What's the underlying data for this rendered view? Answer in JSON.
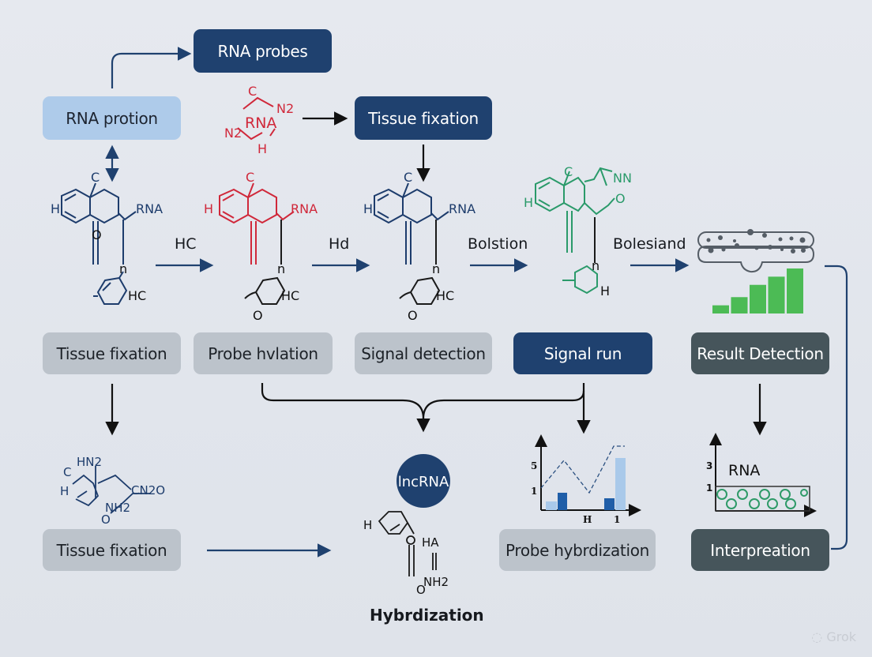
{
  "boxes": {
    "rna_probes": "RNA probes",
    "rna_protion": "RNA protion",
    "tissue_fixation_top": "Tissue fixation",
    "tissue_fixation_row2": "Tissue fixation",
    "probe_hvlation": "Probe hvlation",
    "signal_detection": "Signal detection",
    "signal_run": "Signal run",
    "result_detection": "Result Detection",
    "tissue_fixation_row3": "Tissue fixation",
    "probe_hybrdization": "Probe hybrdization",
    "interpreation": "Interpreation"
  },
  "arrow_labels": [
    "HC",
    "Hd",
    "Bolstion",
    "Bolesiand"
  ],
  "lncrna_node": "lncRNA",
  "hybrdization_caption": "Hybrdization",
  "molecules": {
    "main": {
      "c": "C",
      "h": "H",
      "rna": "RNA",
      "n": "n",
      "o": "O",
      "hc": "HC"
    },
    "green": {
      "c": "C",
      "h": "H",
      "nn": "NN",
      "o": "O",
      "n": "n"
    },
    "red_top": {
      "c": "C",
      "n2a": "N2",
      "rna": "RNA",
      "n2b": "N2",
      "h": "H"
    },
    "bottom_left": {
      "hn2": "HN2",
      "c": "C",
      "cn2o": "CN2O",
      "h": "H",
      "nh2": "NH2",
      "o": "O"
    },
    "bottom_center": {
      "h": "H",
      "ha": "HA",
      "nh2": "NH2",
      "o": "O"
    }
  },
  "probe_chart": {
    "y_ticks": [
      "5",
      "1"
    ],
    "x_ticks": [
      "H",
      "1"
    ],
    "light_color": "#a9c9ea",
    "dark_color": "#1f5ea8"
  },
  "rna_chart": {
    "label": "RNA",
    "y_ticks": [
      "3",
      "1"
    ],
    "circle_color": "#2e9a68"
  },
  "signal_bars": {
    "values": [
      1,
      2,
      3.5,
      4.5,
      5.5
    ],
    "color": "#4cbb55"
  },
  "colors": {
    "navy": "#1f416f",
    "light_blue": "#aecbea",
    "gray": "#bcc3cb",
    "slate": "#46555b",
    "red": "#d0283a",
    "green": "#2a9a6a",
    "mol_blue": "#1d3c6c"
  },
  "watermark": "Grok"
}
